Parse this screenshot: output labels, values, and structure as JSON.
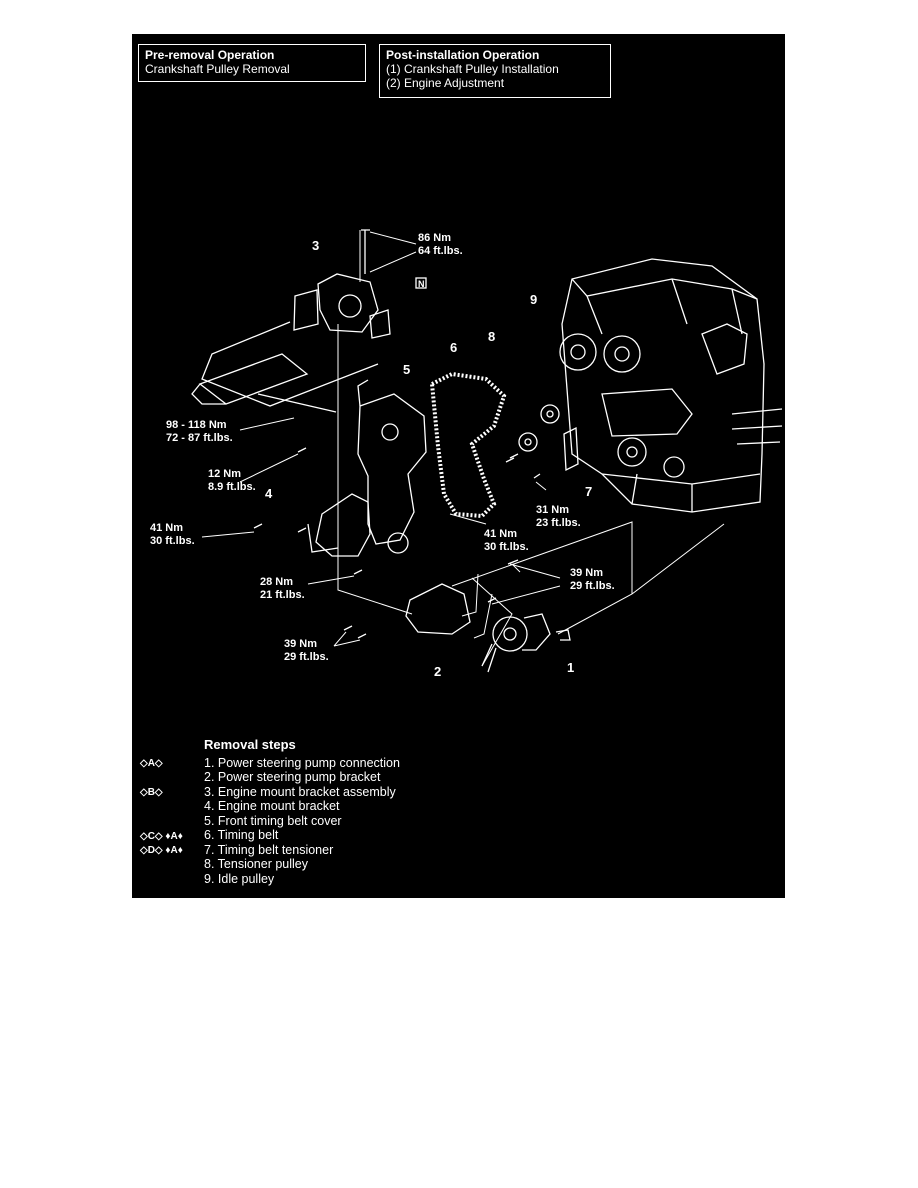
{
  "pre_removal": {
    "heading": "Pre-removal Operation",
    "line1": "Crankshaft Pulley Removal"
  },
  "post_install": {
    "heading": "Post-installation Operation",
    "line1": "(1)  Crankshaft Pulley Installation",
    "line2": "(2)  Engine Adjustment"
  },
  "torque": {
    "t86": [
      "86 Nm",
      "64 ft.lbs."
    ],
    "t98": [
      "98 - 118 Nm",
      "72 - 87 ft.lbs."
    ],
    "t12": [
      "12 Nm",
      "8.9 ft.lbs."
    ],
    "t41a": [
      "41 Nm",
      "30 ft.lbs."
    ],
    "t28": [
      "28 Nm",
      "21 ft.lbs."
    ],
    "t39a": [
      "39 Nm",
      "29 ft.lbs."
    ],
    "t41b": [
      "41 Nm",
      "30 ft.lbs."
    ],
    "t31": [
      "31 Nm",
      "23 ft.lbs."
    ],
    "t39b": [
      "39 Nm",
      "29 ft.lbs."
    ]
  },
  "callouts": [
    "1",
    "2",
    "3",
    "4",
    "5",
    "6",
    "7",
    "8",
    "9"
  ],
  "n_mark": "N",
  "removal": {
    "title": "Removal steps",
    "steps": [
      "1. Power steering pump connection",
      "2. Power steering pump bracket",
      "3. Engine mount bracket assembly",
      "4. Engine mount bracket",
      "5. Front timing belt cover",
      "6. Timing belt",
      "7. Timing belt tensioner",
      "8. Tensioner pulley",
      "9. Idle pulley"
    ],
    "codes": [
      "◇A◇",
      "",
      "◇B◇",
      "",
      "",
      "◇C◇ ♦A♦",
      "◇D◇ ♦A♦",
      "",
      ""
    ]
  }
}
